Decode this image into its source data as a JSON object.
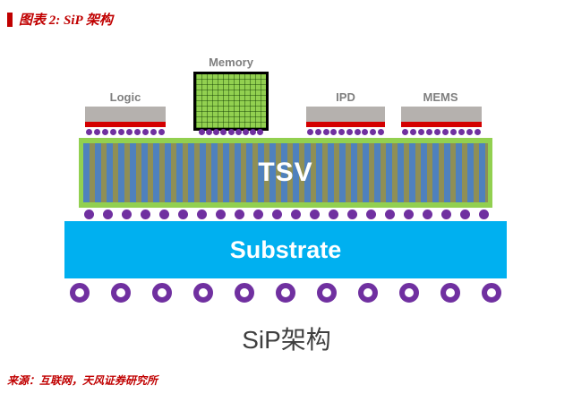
{
  "header": {
    "title": "图表 2: SiP 架构"
  },
  "diagram": {
    "chips": [
      {
        "name": "Logic"
      },
      {
        "name": "Memory"
      },
      {
        "name": "IPD"
      },
      {
        "name": "MEMS"
      }
    ],
    "tsv_label": "TSV",
    "substrate_label": "Substrate",
    "caption": "SiP架构"
  },
  "layout": {
    "chip_bumps": 10,
    "memory_bumps": 9,
    "mid_bumps": 22,
    "bga_balls": 11
  },
  "footer": {
    "source": "来源：互联网，天风证券研究所"
  },
  "colors": {
    "accent_red": "#c00000",
    "chip_gray": "#b5b1ae",
    "chip_red": "#d40000",
    "pkg_green": "#92d050",
    "stripe_blue": "#4f81bd",
    "stripe_olive": "#8f8f55",
    "bump_purple": "#7030a0",
    "substrate_cyan": "#00b0f0",
    "label_gray": "#7f7f7f",
    "caption_dark": "#3f3f3f"
  }
}
